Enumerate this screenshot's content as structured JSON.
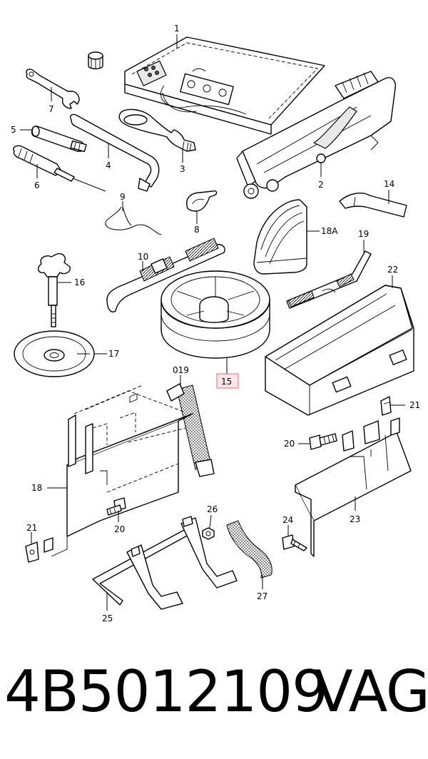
{
  "diagram": {
    "callouts": {
      "c1": "1",
      "c2": "2",
      "c3": "3",
      "c4": "4",
      "c5": "5",
      "c6": "6",
      "c7": "7",
      "c8": "8",
      "c9": "9",
      "c10": "10",
      "c14": "14",
      "c15": "15",
      "c16": "16",
      "c17": "17",
      "c18": "18",
      "c18a": "18A",
      "c19": "19",
      "c019": "019",
      "c20a": "20",
      "c20b": "20",
      "c21a": "21",
      "c21b": "21",
      "c22": "22",
      "c23": "23",
      "c24": "24",
      "c25": "25",
      "c26": "26",
      "c27": "27"
    },
    "highlight_color": "#e06a7a"
  },
  "footer": {
    "part_number": "4B5012109",
    "brand": "VAG"
  }
}
